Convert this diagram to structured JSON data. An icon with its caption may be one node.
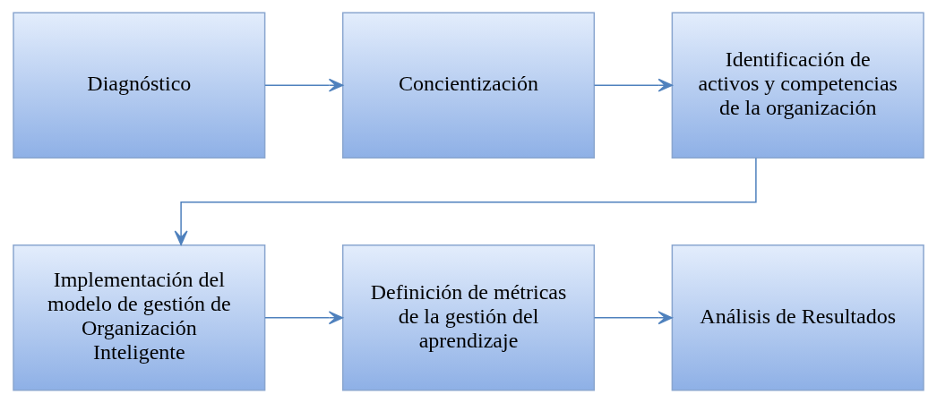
{
  "diagram": {
    "nodes": [
      {
        "text": [
          "Diagnóstico"
        ]
      },
      {
        "text": [
          "Concientización"
        ]
      },
      {
        "text": [
          "Identificación de activos y competencias de la organización"
        ]
      },
      {
        "text": [
          "Implementación del modelo de gestión de Organización Inteligente"
        ]
      },
      {
        "text": [
          "Definición de métricas de la gestión del aprendizaje"
        ]
      },
      {
        "text": [
          "Análisis de Resultados"
        ]
      }
    ],
    "edges": [
      {
        "from": 0,
        "to": 1,
        "arrow": "to"
      },
      {
        "from": 1,
        "to": 2,
        "arrow": "to"
      },
      {
        "from": 2,
        "to": 3,
        "arrow": "to"
      },
      {
        "from": 3,
        "to": 4,
        "arrow": "to"
      },
      {
        "from": 4,
        "to": 5,
        "arrow": "to"
      }
    ]
  }
}
